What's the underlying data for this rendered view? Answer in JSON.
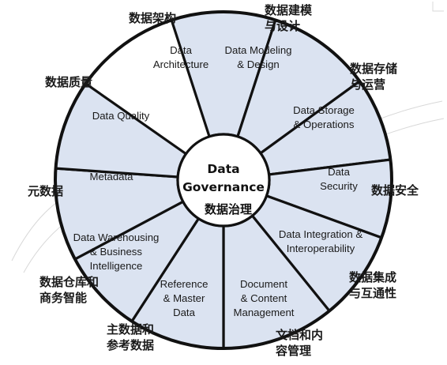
{
  "colors": {
    "wedge_fill": "#dbe3f1",
    "outline": "#111111",
    "hub_fill": "#ffffff",
    "text": "#1a1a1a"
  },
  "center": {
    "line1": "Data",
    "line2": "Governance",
    "cn": "数据治理"
  },
  "sectors": [
    {
      "id": "data-architecture",
      "en": [
        "Data",
        "Architecture"
      ],
      "cn": [
        "数据架构"
      ]
    },
    {
      "id": "data-modeling",
      "en": [
        "Data Modeling",
        "& Design"
      ],
      "cn": [
        "数据建模",
        "与设计"
      ]
    },
    {
      "id": "data-storage",
      "en": [
        "Data Storage",
        "& Operations"
      ],
      "cn": [
        "数据存储",
        "与运营"
      ]
    },
    {
      "id": "data-security",
      "en": [
        "Data",
        "Security"
      ],
      "cn": [
        "数据安全"
      ]
    },
    {
      "id": "data-integration",
      "en": [
        "Data Integration &",
        "Interoperability"
      ],
      "cn": [
        "数据集成",
        "与互通性"
      ]
    },
    {
      "id": "document-content",
      "en": [
        "Document",
        "& Content",
        "Management"
      ],
      "cn": [
        "文档和内",
        "容管理"
      ]
    },
    {
      "id": "reference-master",
      "en": [
        "Reference",
        "& Master",
        "Data"
      ],
      "cn": [
        "主数据和",
        "参考数据"
      ]
    },
    {
      "id": "data-warehousing",
      "en": [
        "Data Warehousing",
        "& Business",
        "Intelligence"
      ],
      "cn": [
        "数据仓库和",
        "商务智能"
      ]
    },
    {
      "id": "metadata",
      "en": [
        "Metadata"
      ],
      "cn": [
        "元数据"
      ]
    },
    {
      "id": "data-quality",
      "en": [
        "Data Quality"
      ],
      "cn": [
        "数据质量"
      ]
    }
  ]
}
